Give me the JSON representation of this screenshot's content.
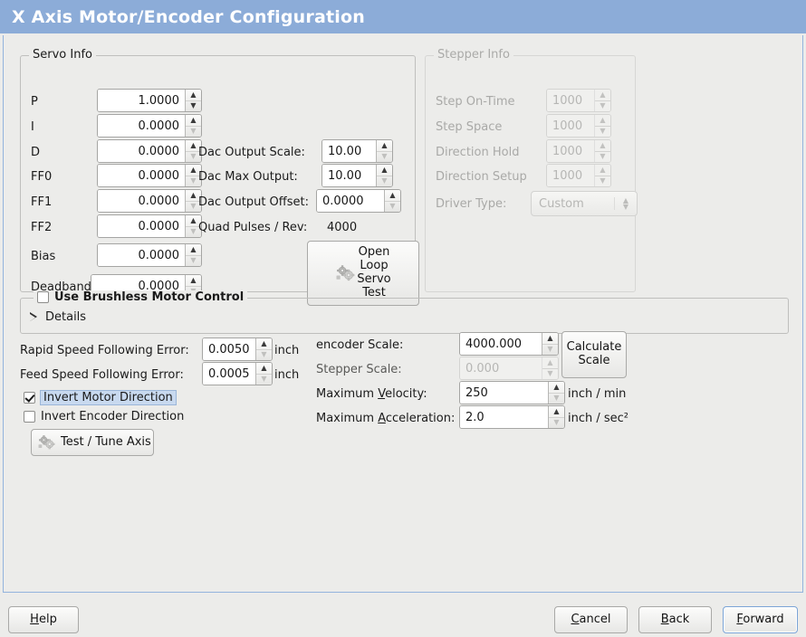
{
  "window": {
    "title": "X Axis Motor/Encoder Configuration",
    "titlebar_color": "#8cacd8",
    "background_color": "#ececea"
  },
  "servo_info": {
    "legend": "Servo Info",
    "rows": [
      {
        "label": "P",
        "value": "1.0000"
      },
      {
        "label": "I",
        "value": "0.0000"
      },
      {
        "label": "D",
        "value": "0.0000"
      },
      {
        "label": "FF0",
        "value": "0.0000"
      },
      {
        "label": "FF1",
        "value": "0.0000"
      },
      {
        "label": "FF2",
        "value": "0.0000"
      },
      {
        "label": "Bias",
        "value": "0.0000"
      },
      {
        "label": "Deadband",
        "value": "0.0000"
      }
    ],
    "dac_output_scale": {
      "label": "Dac Output Scale:",
      "value": "10.00"
    },
    "dac_max_output": {
      "label": "Dac Max Output:",
      "value": "10.00"
    },
    "dac_output_offset": {
      "label": "Dac Output Offset:",
      "value": "0.0000"
    },
    "quad_pulses_rev": {
      "label": "Quad Pulses / Rev:",
      "value": "4000"
    },
    "open_loop_button": {
      "line1": "Open",
      "line2": "Loop",
      "line3": "Servo",
      "line4": "Test"
    }
  },
  "stepper_info": {
    "legend": "Stepper Info",
    "enabled": false,
    "rows": [
      {
        "label": "Step On-Time",
        "value": "1000"
      },
      {
        "label": "Step Space",
        "value": "1000"
      },
      {
        "label": "Direction Hold",
        "value": "1000"
      },
      {
        "label": "Direction Setup",
        "value": "1000"
      }
    ],
    "driver_type": {
      "label": "Driver Type:",
      "value": "Custom"
    }
  },
  "brushless": {
    "checkbox_label": "Use Brushless Motor Control",
    "checked": false,
    "details_label": "Details",
    "details_expanded": false
  },
  "tuning": {
    "rapid_following_error": {
      "label": "Rapid Speed Following Error:",
      "value": "0.0050",
      "unit": "inch"
    },
    "feed_following_error": {
      "label": "Feed Speed Following Error:",
      "value": "0.0005",
      "unit": "inch"
    },
    "invert_motor": {
      "label": "Invert Motor Direction",
      "checked": true
    },
    "invert_encoder": {
      "label": "Invert Encoder Direction",
      "checked": false
    },
    "test_tune_button": "Test / Tune Axis"
  },
  "scales": {
    "encoder_scale": {
      "label": "encoder Scale:",
      "value": "4000.000",
      "enabled": true
    },
    "stepper_scale": {
      "label": "Stepper Scale:",
      "value": "0.000",
      "enabled": false
    },
    "max_velocity": {
      "label_pre": "Maximum ",
      "label_accel": "V",
      "label_post": "elocity:",
      "value": "250",
      "unit": "inch / min"
    },
    "max_accel": {
      "label_pre": "Maximum ",
      "label_accel": "A",
      "label_post": "cceleration:",
      "value": "2.0",
      "unit": "inch / sec²"
    },
    "calculate_button": {
      "line1": "Calculate",
      "line2": "Scale"
    }
  },
  "footer": {
    "help": {
      "accel": "H",
      "rest": "elp"
    },
    "cancel": {
      "accel": "C",
      "rest": "ancel"
    },
    "back": {
      "accel": "B",
      "rest": "ack"
    },
    "forward": {
      "accel": "F",
      "rest": "orward",
      "focused": true
    }
  },
  "icons": {
    "spin_up": "▲",
    "spin_down": "▼",
    "gear": "gears-icon"
  }
}
